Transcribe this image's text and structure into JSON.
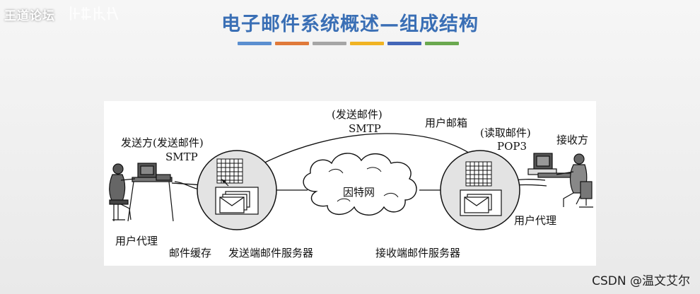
{
  "watermark": {
    "logo_text": "王道论坛"
  },
  "title": {
    "text": "电子邮件系统概述—组成结构",
    "color": "#3a6fb5"
  },
  "color_bars": [
    "#5b8fd0",
    "#e07a3a",
    "#a6a6a6",
    "#f0b323",
    "#4466b8",
    "#6aa84f"
  ],
  "diagram": {
    "sender": "发送方(发送邮件)",
    "sender_protocol": "SMTP",
    "top_action": "(发送邮件)",
    "top_protocol": "SMTP",
    "mailbox": "用户邮箱",
    "read_action": "(读取邮件)",
    "read_protocol": "POP3",
    "receiver": "接收方",
    "internet": "因特网",
    "user_agent_left": "用户代理",
    "mail_cache": "邮件缓存",
    "sender_server": "发送端邮件服务器",
    "receiver_server": "接收端邮件服务器",
    "user_agent_right": "用户代理"
  },
  "footer": {
    "csdn": "CSDN @温文艾尔"
  }
}
